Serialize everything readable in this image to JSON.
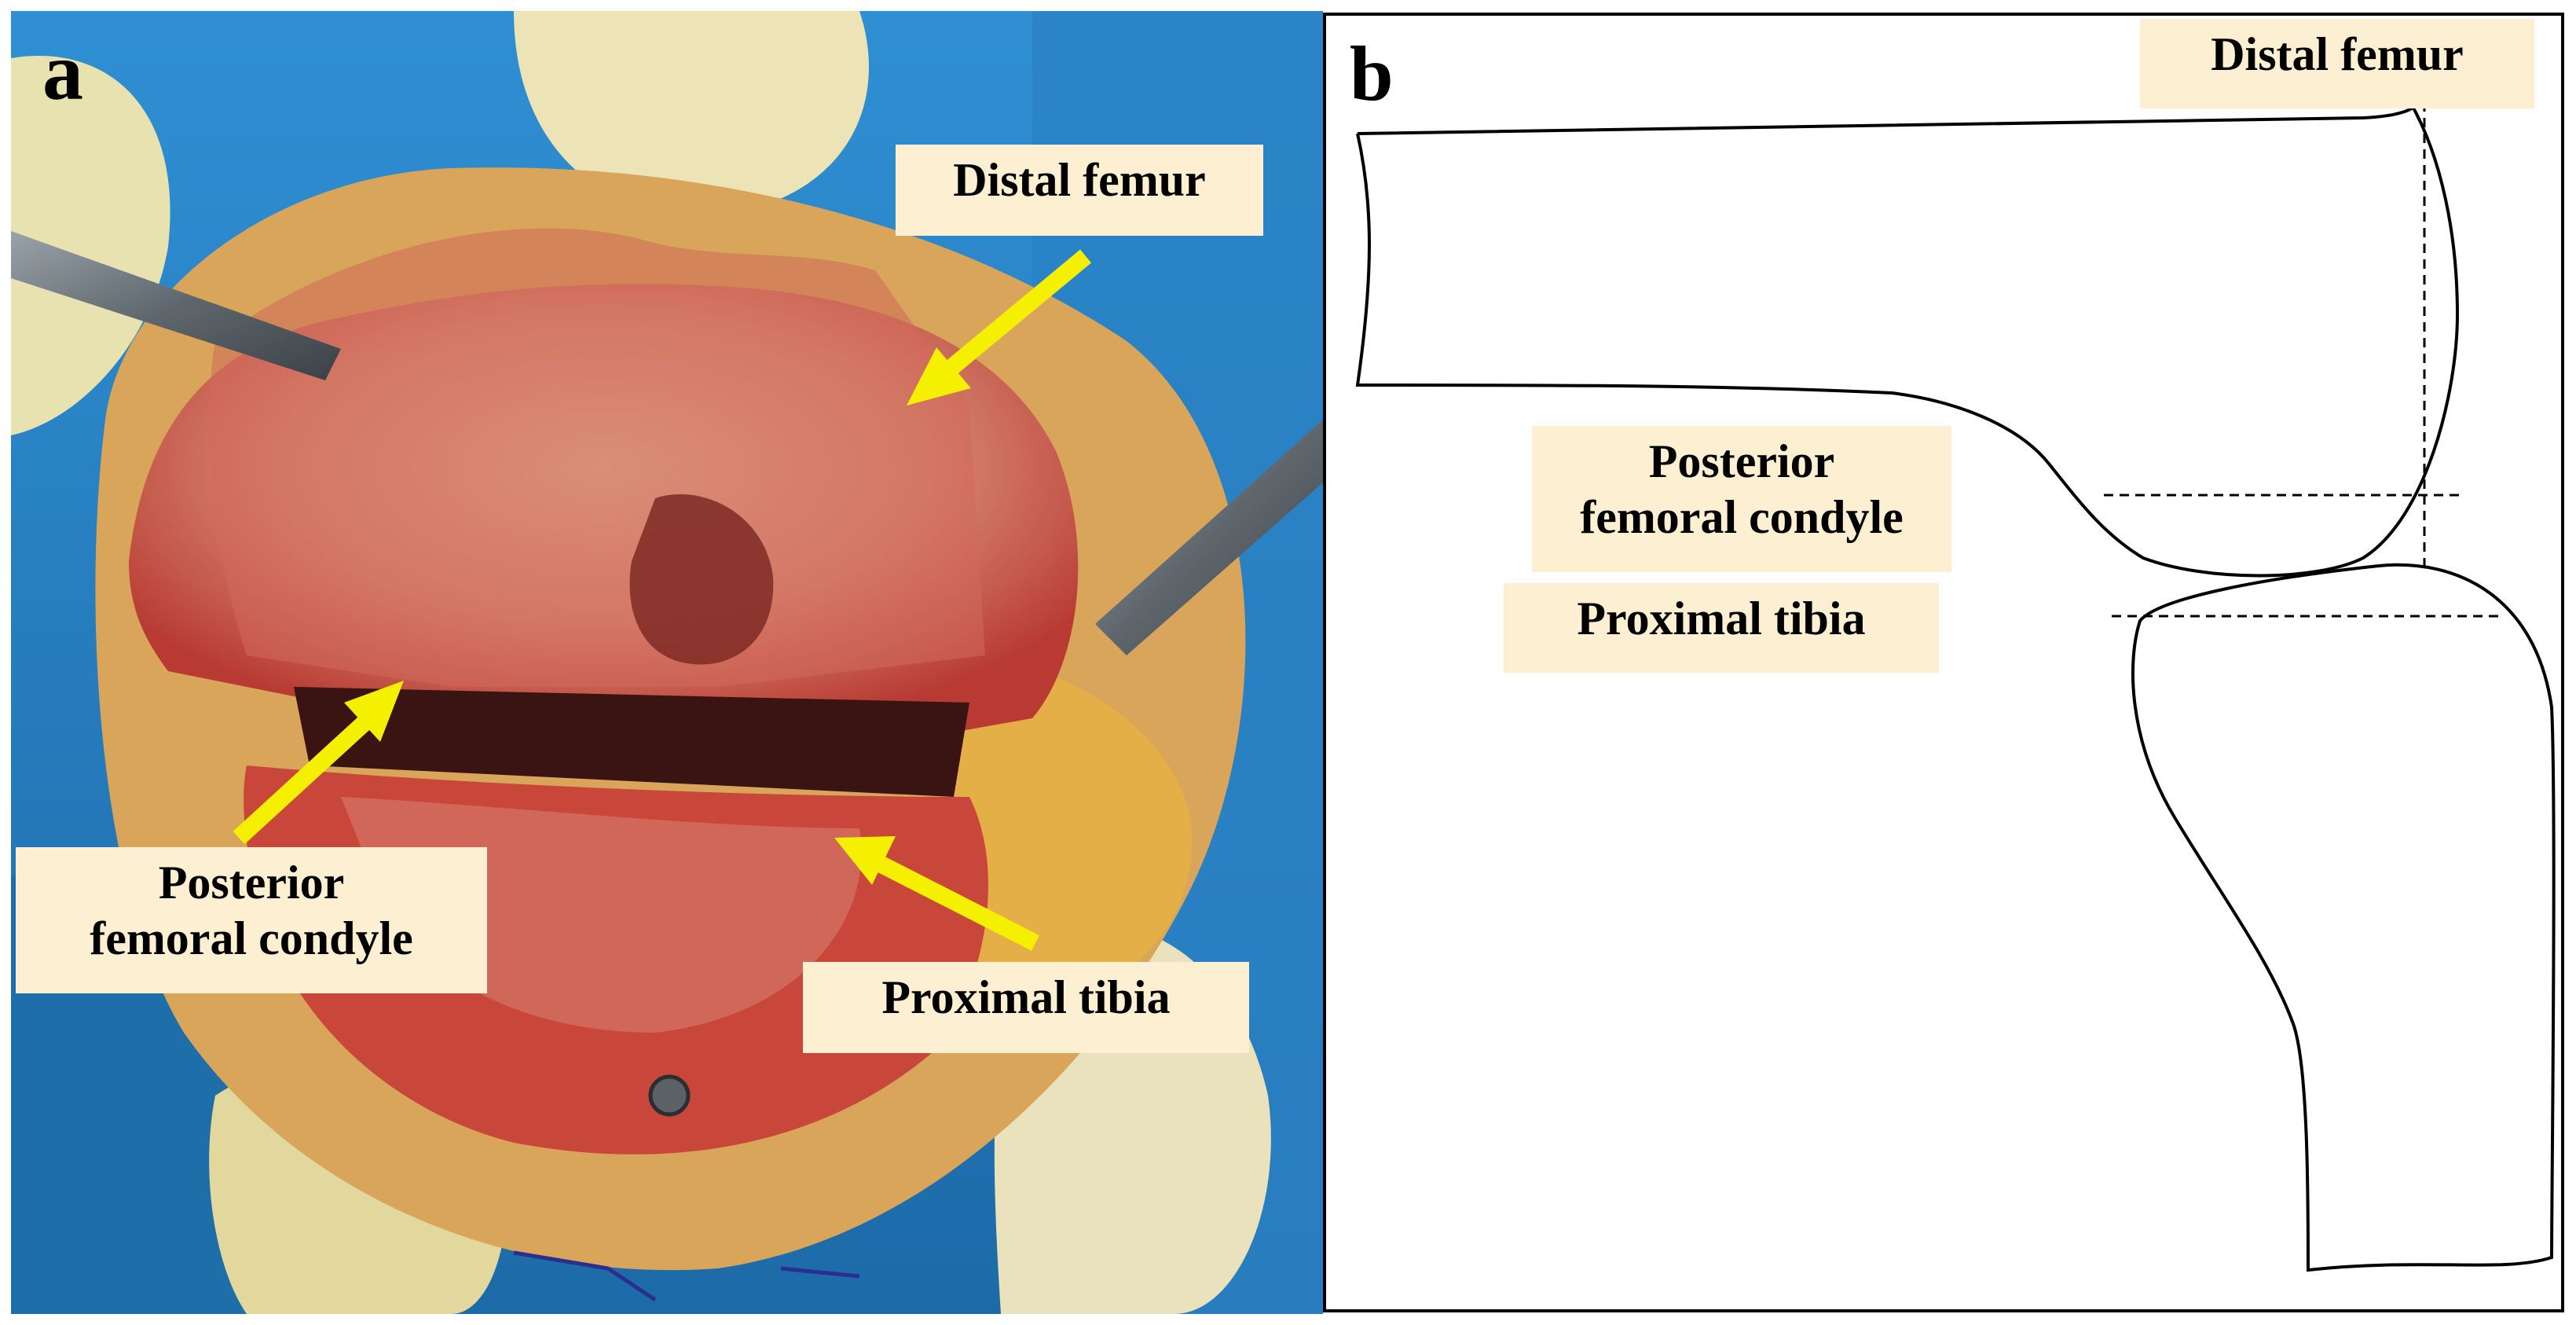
{
  "panel_a": {
    "letter": "a",
    "labels": {
      "distal_femur": "Distal femur",
      "posterior_condyle": "Posterior\nfemoral condyle",
      "proximal_tibia": "Proximal tibia"
    },
    "arrow_color": "#f5ef00"
  },
  "panel_b": {
    "letter": "b",
    "labels": {
      "distal_femur": "Distal femur",
      "posterior_condyle": "Posterior\nfemoral condyle",
      "proximal_tibia": "Proximal tibia"
    }
  },
  "colors": {
    "label_background": "#fdf0d2",
    "drape_blue": "#2d86c9",
    "bone_red": "#c0362e",
    "bone_tan": "#d9b48a"
  }
}
